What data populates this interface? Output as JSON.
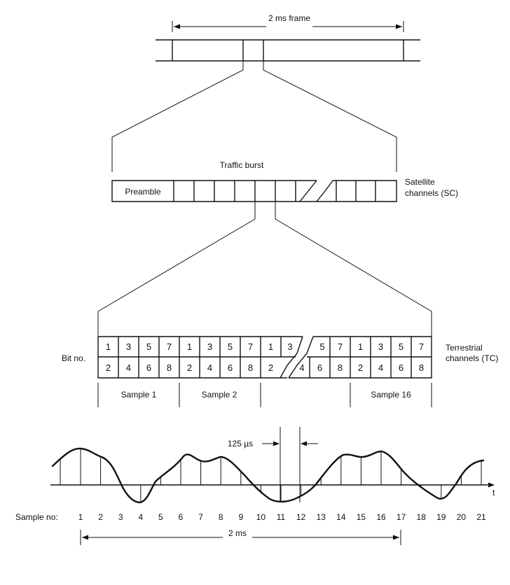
{
  "frame": {
    "label": "2 ms frame"
  },
  "traffic_burst": {
    "title": "Traffic burst",
    "preamble": "Preamble",
    "side_label_1": "Satellite",
    "side_label_2": "channels (SC)"
  },
  "terrestrial": {
    "bit_label": "Bit no.",
    "side_label_1": "Terrestrial",
    "side_label_2": "channels (TC)",
    "top_row": [
      "1",
      "3",
      "5",
      "7",
      "1",
      "3",
      "5",
      "7",
      "1",
      "3",
      "5",
      "7",
      "1",
      "3",
      "5",
      "7"
    ],
    "bottom_row": [
      "2",
      "4",
      "6",
      "8",
      "2",
      "4",
      "6",
      "8",
      "2",
      "4",
      "6",
      "8",
      "2",
      "4",
      "6",
      "8"
    ],
    "samples": [
      "Sample 1",
      "Sample 2",
      "Sample 16"
    ]
  },
  "waveform": {
    "interval_label": "125 µs",
    "time_axis_label": "t",
    "sample_label": "Sample no:",
    "sample_numbers": [
      "1",
      "2",
      "3",
      "4",
      "5",
      "6",
      "7",
      "8",
      "9",
      "10",
      "11",
      "12",
      "13",
      "14",
      "15",
      "16",
      "17",
      "18",
      "19",
      "20",
      "21"
    ],
    "span_label": "2 ms"
  }
}
